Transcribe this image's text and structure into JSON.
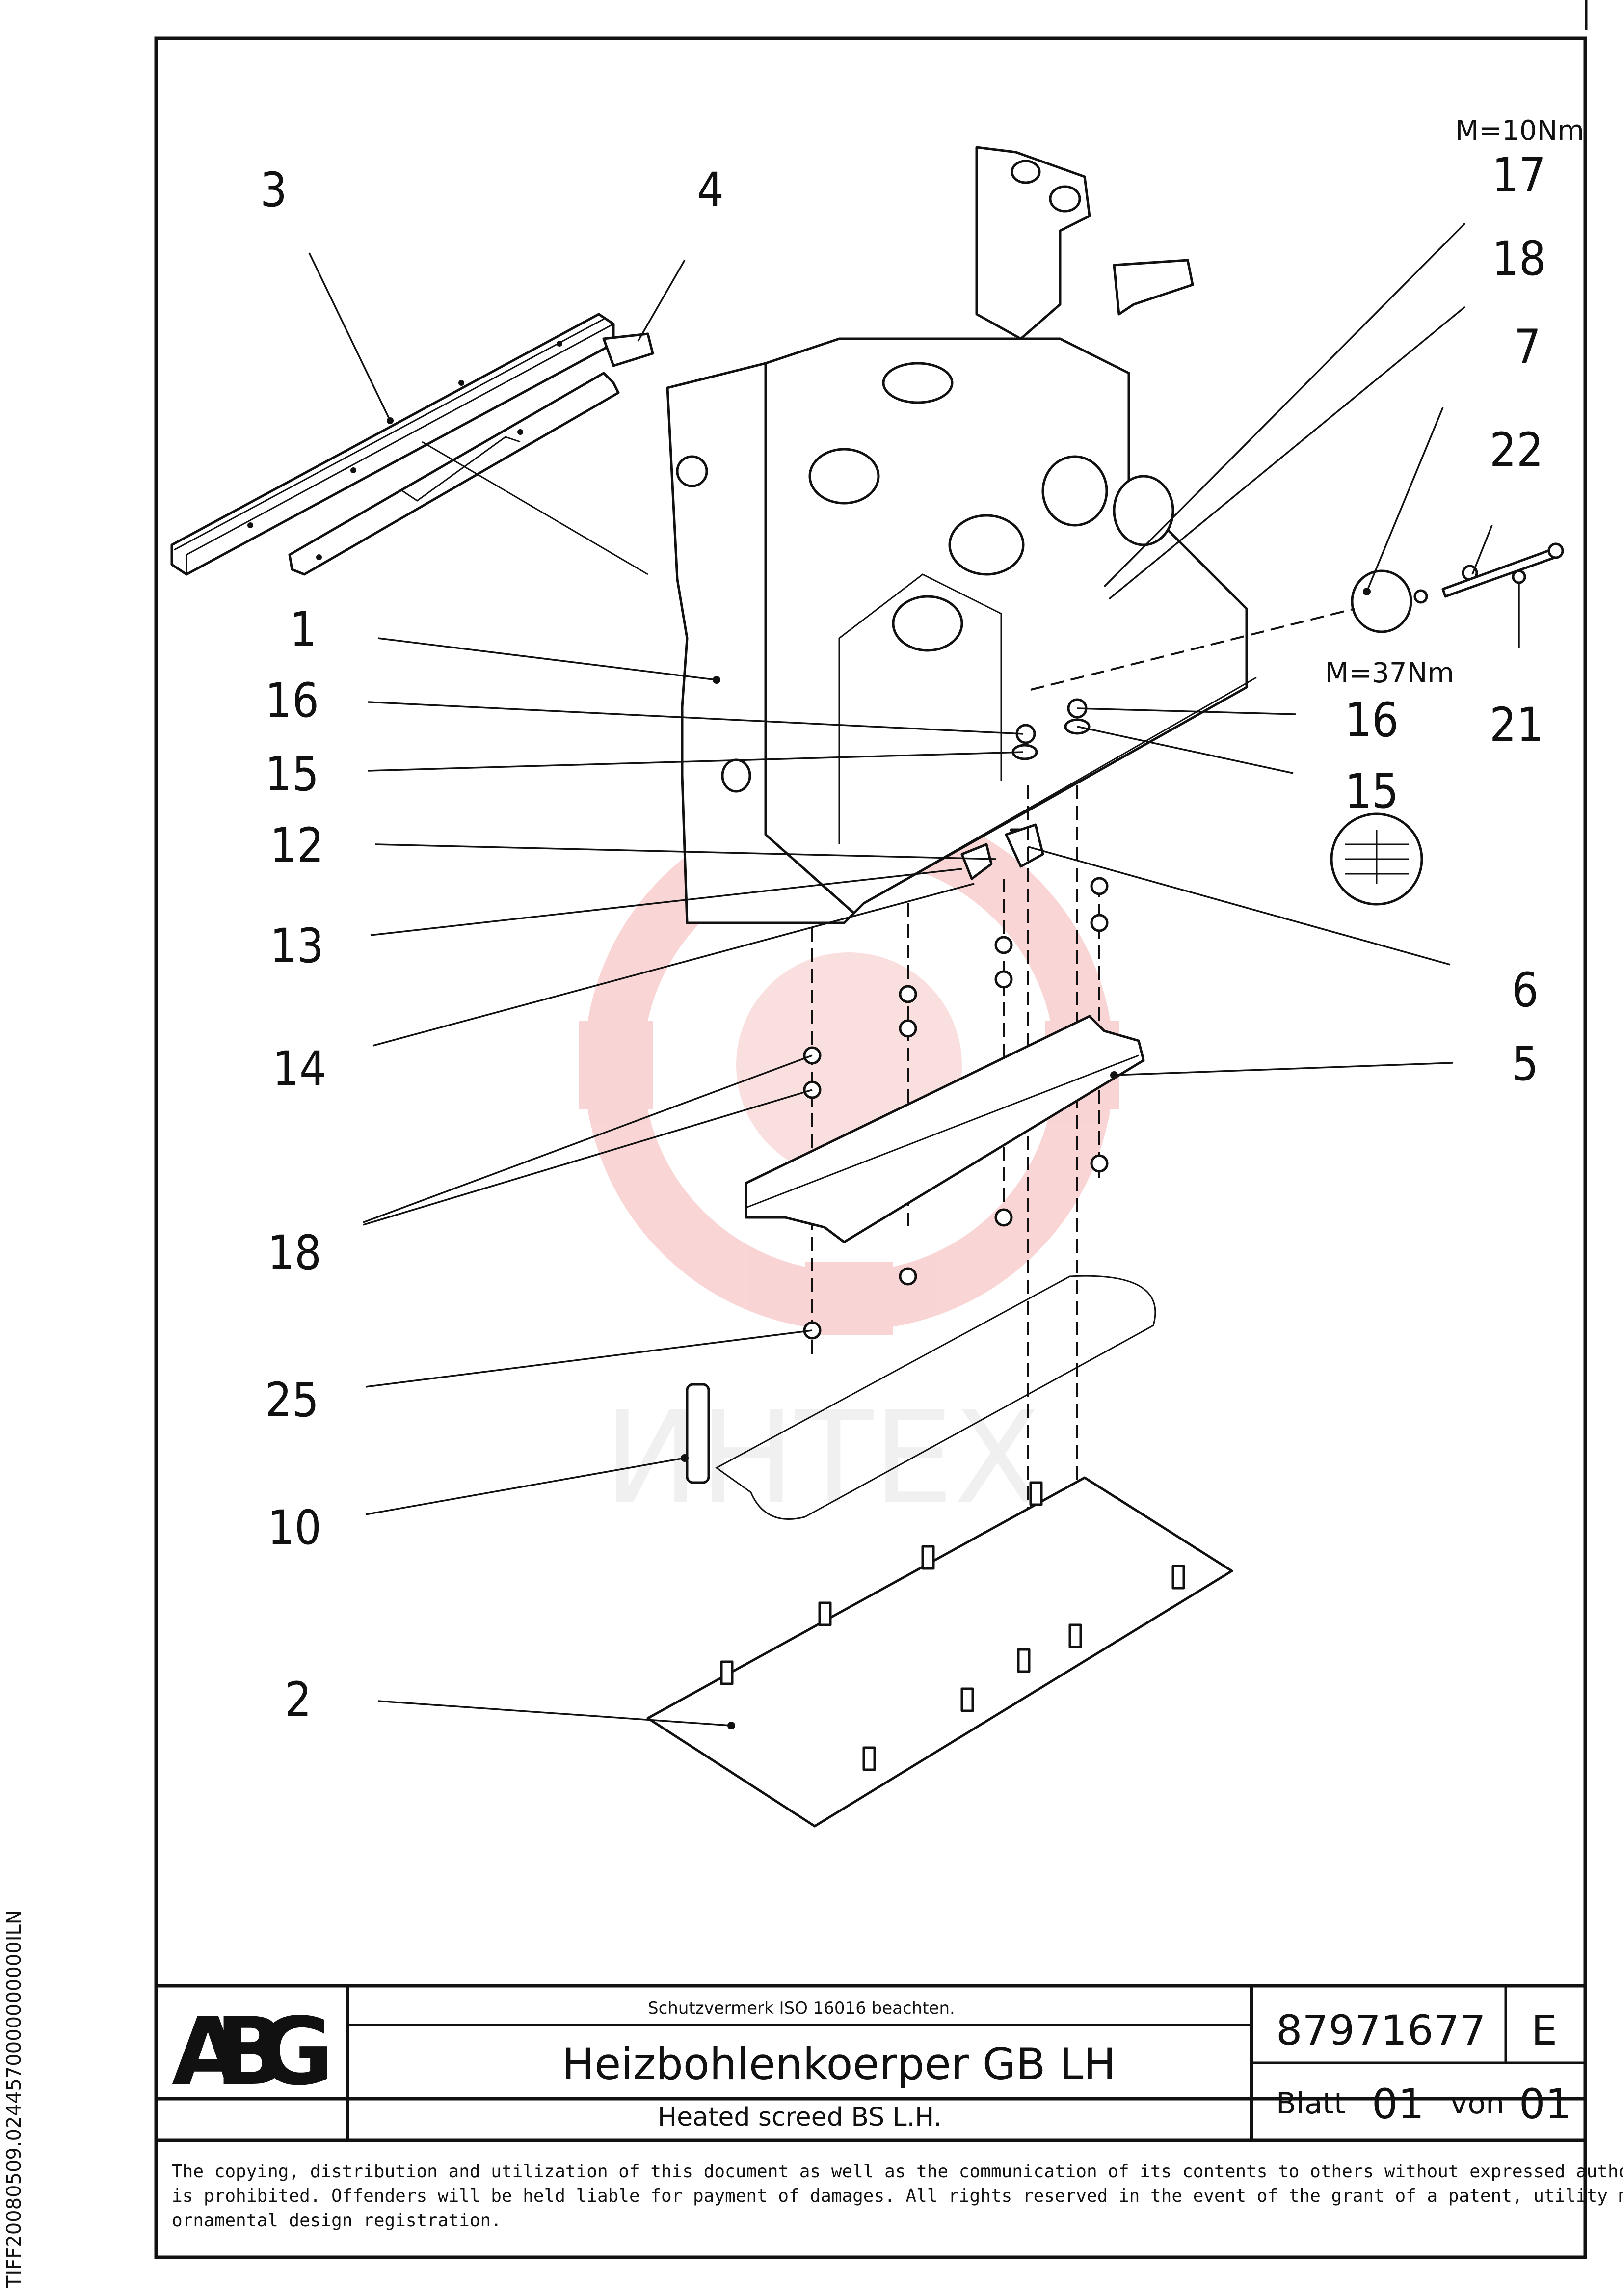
{
  "callouts": [
    {
      "label": "3"
    },
    {
      "label": "4"
    },
    {
      "label": "17"
    },
    {
      "label": "18"
    },
    {
      "label": "7"
    },
    {
      "label": "22"
    },
    {
      "label": "1"
    },
    {
      "label": "16"
    },
    {
      "label": "15"
    },
    {
      "label": "12"
    },
    {
      "label": "13"
    },
    {
      "label": "14"
    },
    {
      "label": "18"
    },
    {
      "label": "25"
    },
    {
      "label": "10"
    },
    {
      "label": "2"
    },
    {
      "label": "16"
    },
    {
      "label": "15"
    },
    {
      "label": "21"
    },
    {
      "label": "6"
    },
    {
      "label": "5"
    }
  ],
  "torque_notes": [
    "M=10Nm",
    "M=37Nm"
  ],
  "watermark": "ИНТЕХ",
  "title_block": {
    "logo": "ABG",
    "protection_note": "Schutzvermerk ISO 16016 beachten.",
    "title_de": "Heizbohlenkoerper GB LH",
    "title_en": "Heated screed BS L.H.",
    "drawing_number": "87971677",
    "revision": "E",
    "sheet_label": "Blatt",
    "sheet_value": "01",
    "of_label": "von",
    "of_value": "01"
  },
  "copyright_lines": [
    "The copying, distribution and utilization of this document as well as the communication of its contents to others without expressed authorization",
    "is prohibited. Offenders will be held liable for payment of damages. All rights reserved in the event of the grant of a patent, utility model or",
    "ornamental design registration."
  ],
  "side_identifier": "TIFF20080509.0244570000000000ILN"
}
